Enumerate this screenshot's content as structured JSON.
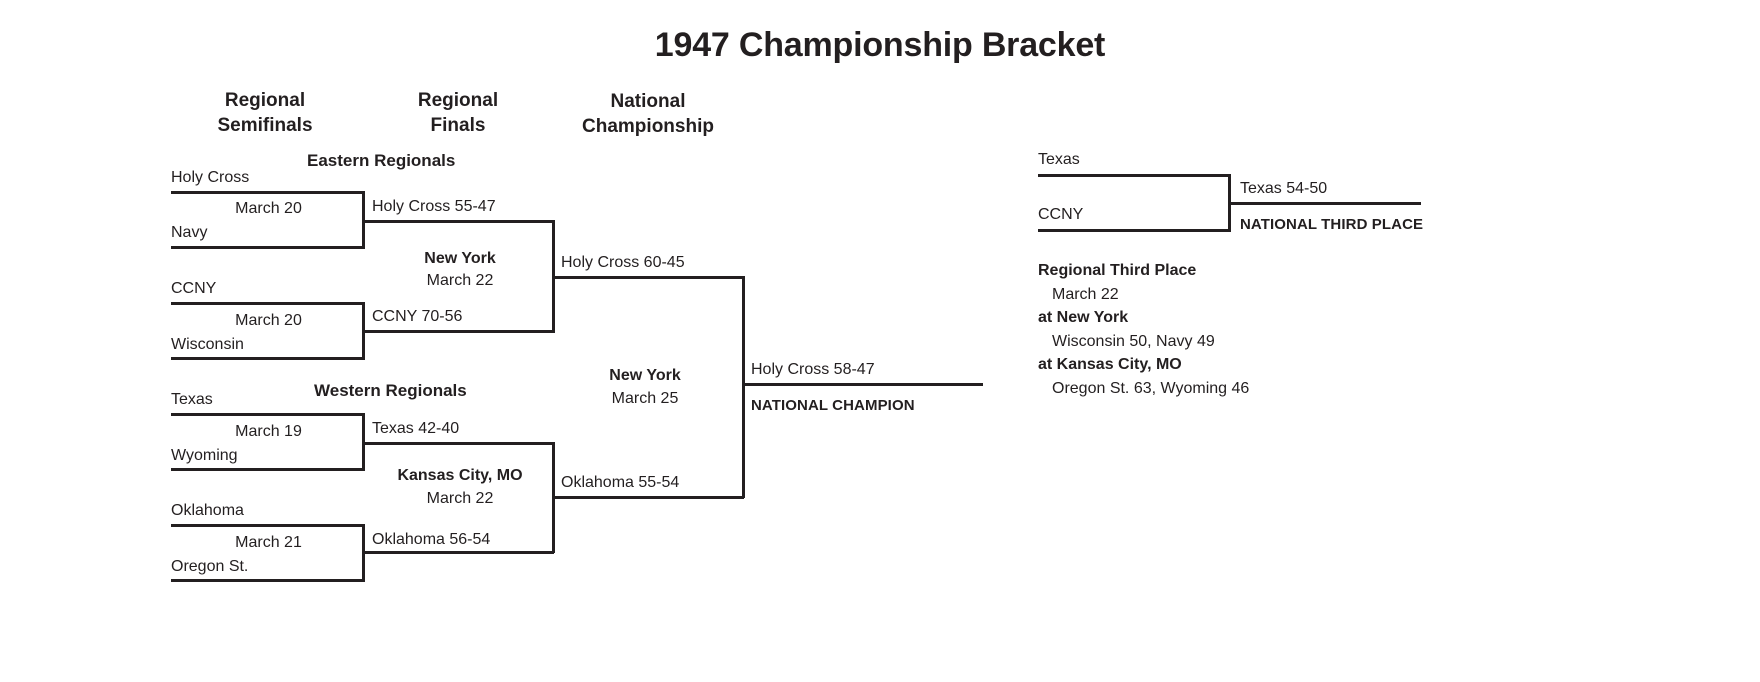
{
  "title": "1947 Championship Bracket",
  "columns": [
    {
      "name": "regional-semifinals",
      "label": "Regional\nSemifinals"
    },
    {
      "name": "regional-finals",
      "label": "Regional\nFinals"
    },
    {
      "name": "national-championship",
      "label": "National\nChampionship"
    }
  ],
  "regions": [
    {
      "name": "eastern",
      "label": "Eastern Regionals"
    },
    {
      "name": "western",
      "label": "Western Regionals"
    }
  ],
  "semifinals": [
    {
      "top": "Holy Cross",
      "bottom": "Navy",
      "date": "March 20",
      "result": "Holy Cross 55-47"
    },
    {
      "top": "CCNY",
      "bottom": "Wisconsin",
      "date": "March 20",
      "result": "CCNY 70-56"
    },
    {
      "top": "Texas",
      "bottom": "Wyoming",
      "date": "March 19",
      "result": "Texas 42-40"
    },
    {
      "top": "Oklahoma",
      "bottom": "Oregon St.",
      "date": "March 21",
      "result": "Oklahoma 56-54"
    }
  ],
  "regional_finals": [
    {
      "site": "New York",
      "date": "March 22",
      "result": "Holy Cross 60-45"
    },
    {
      "site": "Kansas City, MO",
      "date": "March 22",
      "result": "Oklahoma 55-54"
    }
  ],
  "final": {
    "site": "New York",
    "date": "March 25",
    "result": "Holy Cross 58-47",
    "champion_label": "NATIONAL CHAMPION"
  },
  "third_place": {
    "top": "Texas",
    "bottom": "CCNY",
    "result": "Texas 54-50",
    "label": "NATIONAL THIRD PLACE"
  },
  "regional_third_place": {
    "heading": "Regional Third Place",
    "date": "March 22",
    "sites": [
      {
        "site": "at New York",
        "result": "Wisconsin 50, Navy 49"
      },
      {
        "site": "at Kansas City, MO",
        "result": "Oregon St. 63, Wyoming 46"
      }
    ]
  },
  "colors": {
    "ink": "#231f20",
    "background": "#ffffff"
  }
}
